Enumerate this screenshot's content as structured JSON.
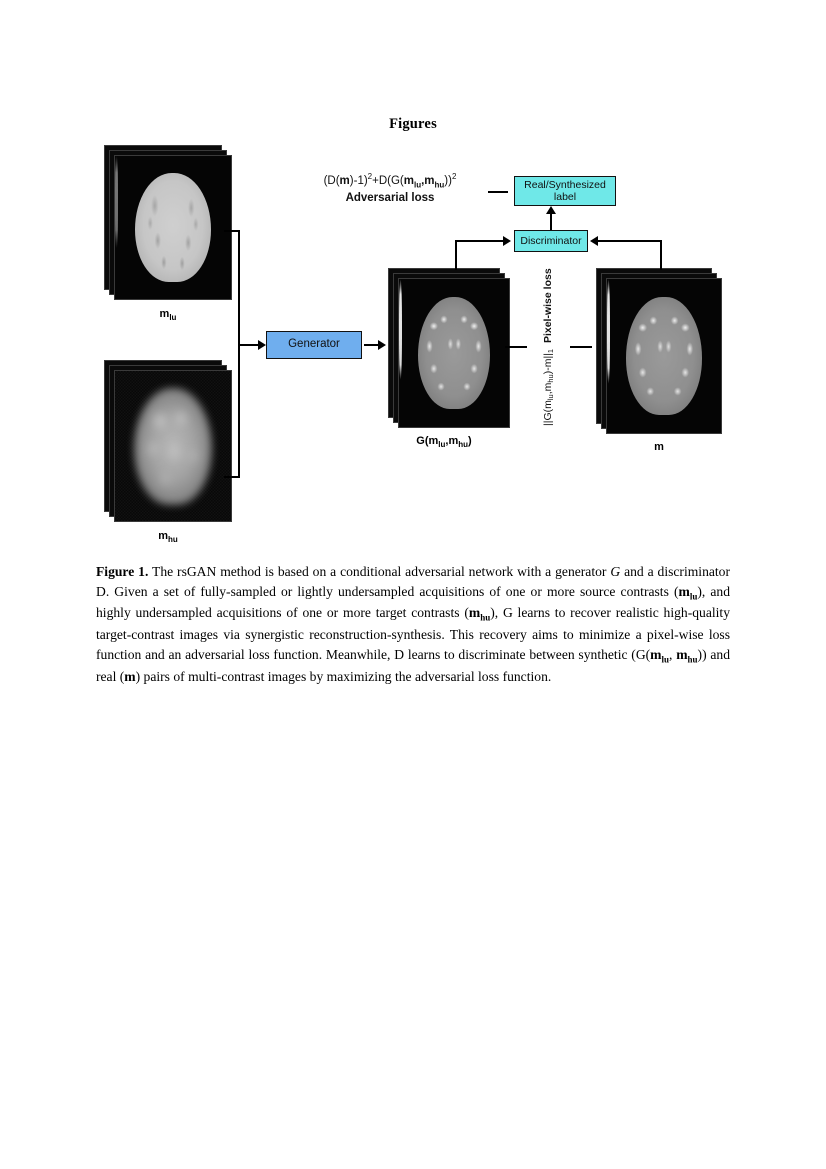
{
  "page": {
    "heading": "Figures"
  },
  "figure": {
    "boxes": {
      "generator": "Generator",
      "discriminator": "Discriminator",
      "real_synth_label": "Real/Synthesized label"
    },
    "image_labels": {
      "source_lightly_undersampled": "m lu",
      "target_highly_undersampled": "m hu",
      "generator_output": "G(m lu ,m hu )",
      "reference": "m"
    },
    "losses": {
      "adversarial_formula": "(D(m)-1)2+D(G(mlu,mhu))2",
      "adversarial_name": "Adversarial loss",
      "pixelwise_formula": "||G(mlu,mhu)-m||1",
      "pixelwise_name": "Pixel-wise loss"
    },
    "colors": {
      "generator_fill": "#6FAEEE",
      "discriminator_fill": "#6FE8E8",
      "label_fill": "#6FE8E8",
      "box_border": "#111111",
      "connector": "#000000"
    }
  },
  "caption": {
    "label": "Figure 1.",
    "text_1": " The rsGAN method is based on a conditional adversarial network with a generator ",
    "italic_g": "G",
    "text_2": " and a discriminator D. Given a set of fully-sampled or lightly undersampled acquisitions of one or more source contrasts (",
    "m_lu_1": "m",
    "m_lu_1_sub": "lu",
    "text_3": "), and highly undersampled acquisitions of one or more target contrasts (",
    "m_hu_1": "m",
    "m_hu_1_sub": "hu",
    "text_4": "), G learns to recover realistic high-quality target-contrast images via synergistic reconstruction-synthesis. This recovery aims to minimize a pixel-wise loss function and an adversarial loss function. Meanwhile, D learns to discriminate between synthetic (G(",
    "m_lu_2": "m",
    "m_lu_2_sub": "lu",
    "text_5": ", ",
    "m_hu_2": "m",
    "m_hu_2_sub": "hu",
    "text_6": ")) and real (",
    "m_3": "m",
    "text_7": ") pairs of multi-contrast images by maximizing the adversarial loss function."
  }
}
